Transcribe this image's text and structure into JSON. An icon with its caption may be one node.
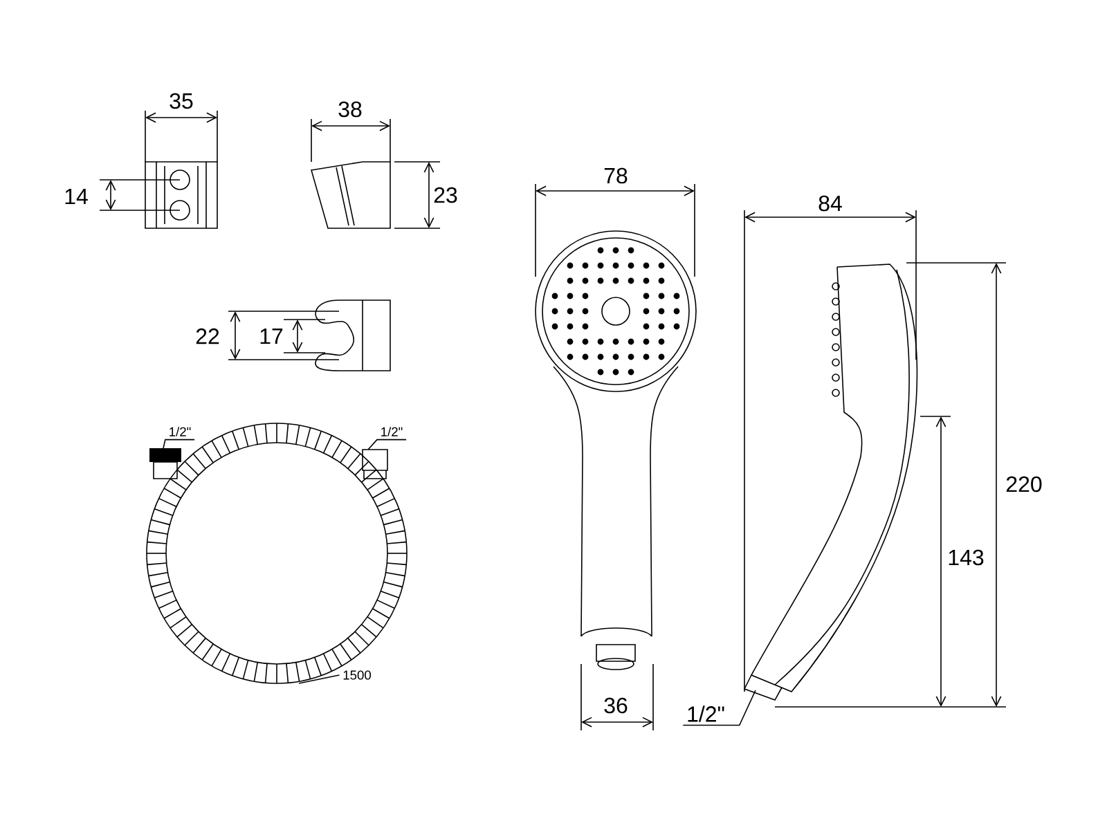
{
  "diagram": {
    "nodes": [
      {
        "text": [
          "1/2\""
        ]
      },
      {
        "text": [
          "1/2\""
        ]
      },
      {
        "text": [
          "1500"
        ]
      },
      {
        "text": [
          "1/2\""
        ]
      }
    ],
    "edges": [
      {
        "from": 0,
        "to": null,
        "arrow": "none"
      },
      {
        "from": 1,
        "to": null,
        "arrow": "none"
      },
      {
        "from": 2,
        "to": null,
        "arrow": "none"
      },
      {
        "from": 3,
        "to": null,
        "arrow": "none"
      }
    ],
    "labels": [
      "35",
      "38",
      "14",
      "23",
      "78",
      "84",
      "22",
      "17",
      "220",
      "143",
      "36"
    ]
  }
}
